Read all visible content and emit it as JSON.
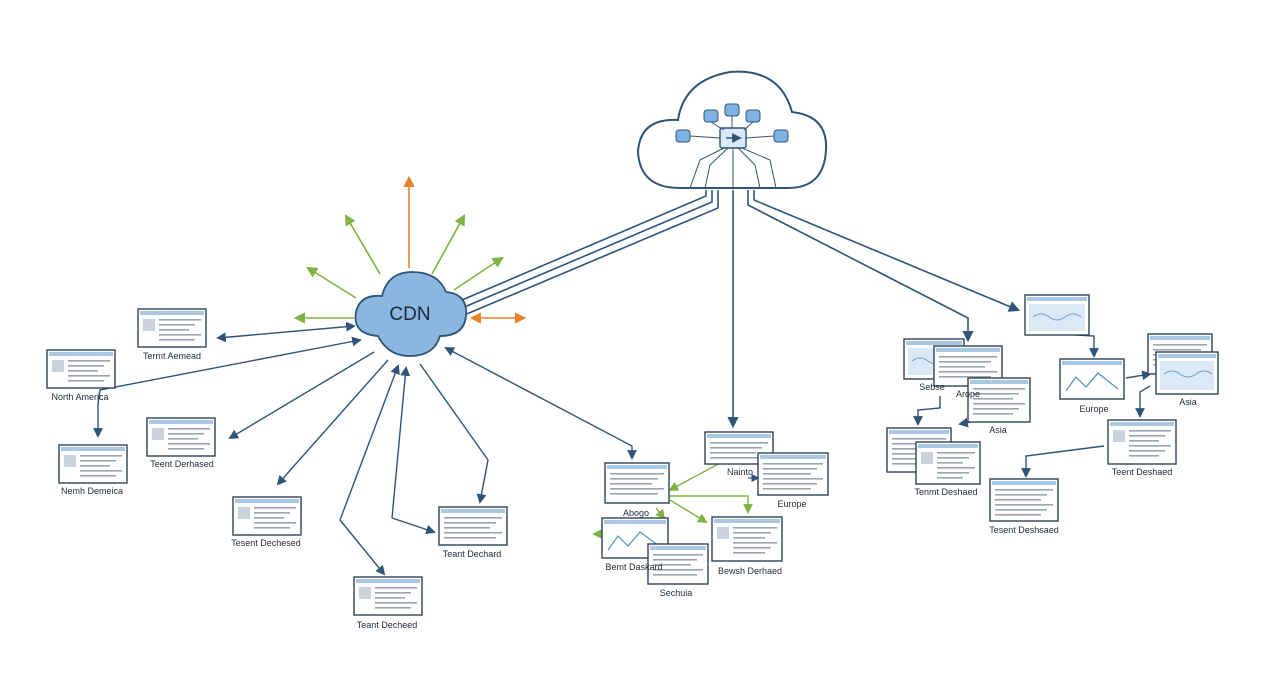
{
  "cdn": {
    "label": "CDN"
  },
  "colors": {
    "line": "#2f5478",
    "arrow_out": "#7cb342",
    "arrow_accent": "#e8822a",
    "cdn_fill": "#8ab6e0",
    "panel_header": "#a9c8e6",
    "panel_text": "#9aa4b1"
  },
  "labels": {
    "na_1": "North America",
    "na_2": "Termt Aemead",
    "na_3": "Nemh Demeica",
    "na_4": "Teent Derhased",
    "na_5": "Tesent Dechesed",
    "na_6": "Teant Dechard",
    "na_7": "Teant Decheed",
    "mid_1": "Abogo",
    "mid_2": "Nainto",
    "mid_3": "Europe",
    "mid_4": "Bemt Daskard",
    "mid_5": "Bewsh Derhaed",
    "mid_6": "Sechuia",
    "r_1": "Sebse",
    "r_2": "Arope",
    "r_3": "Asia",
    "r_4": "Europe",
    "r_5": "Asia",
    "r_6": "Tenmt Deshaed",
    "r_7": "Tesent Deshsaed",
    "r_8": "Teent Deshaed"
  }
}
